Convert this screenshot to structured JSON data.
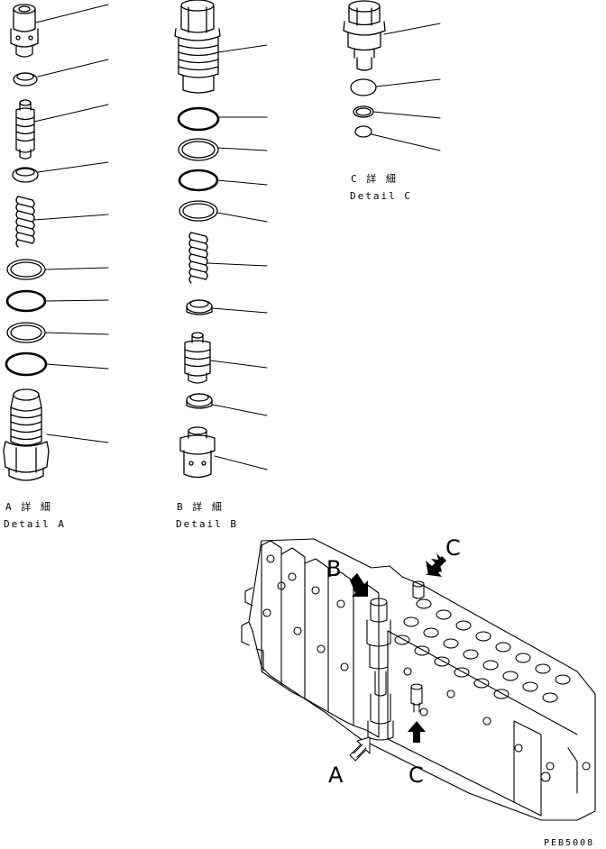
{
  "detail_a": {
    "title": "A 詳 細",
    "caption": "Detail A"
  },
  "detail_b": {
    "title": "B 詳 細",
    "caption": "Detail B"
  },
  "detail_c": {
    "title": "C 詳 細",
    "caption": "Detail C"
  },
  "callouts": {
    "a": "A",
    "b": "B",
    "c_upper": "C",
    "c_lower": "C"
  },
  "drawing_number": "PEB5008"
}
